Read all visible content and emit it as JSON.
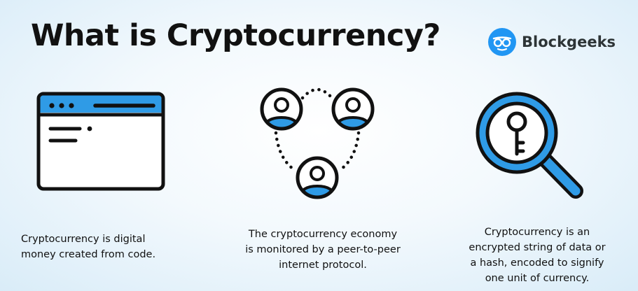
{
  "header": {
    "title": "What is Cryptocurrency?"
  },
  "brand": {
    "name": "Blockgeeks",
    "color": "#2196f3"
  },
  "colors": {
    "accent": "#2f9be6",
    "stroke": "#111111"
  },
  "items": [
    {
      "icon": "browser-window-icon",
      "caption": [
        "Cryptocurrency is digital",
        "money created from code."
      ]
    },
    {
      "icon": "peer-network-icon",
      "caption": [
        "The cryptocurrency economy",
        "is monitored by a peer-to-peer",
        "internet protocol."
      ]
    },
    {
      "icon": "key-magnifier-icon",
      "caption": [
        "Cryptocurrency is an",
        "encrypted string of data or",
        "a hash, encoded to signify",
        "one unit of currency."
      ]
    }
  ]
}
